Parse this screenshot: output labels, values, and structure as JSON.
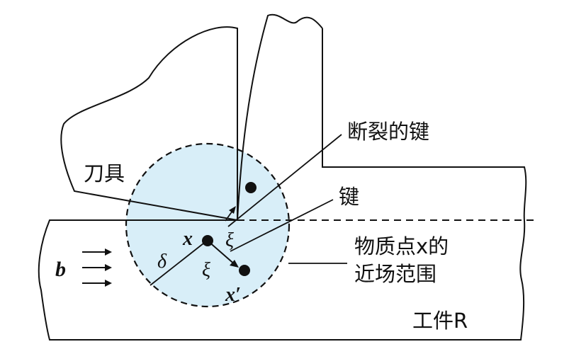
{
  "labels": {
    "tool": "刀具",
    "broken_bond": "断裂的键",
    "bond": "键",
    "horizon_line1": "物质点x的",
    "horizon_line2": "近场范围",
    "workpiece": "工件R",
    "body_force": "b",
    "point_x": "x",
    "point_x_prime": "x′",
    "xi_upper": "ξ",
    "xi_lower": "ξ",
    "delta": "δ"
  },
  "colors": {
    "horizon_fill": "#d8eef8",
    "stroke": "#111111"
  }
}
